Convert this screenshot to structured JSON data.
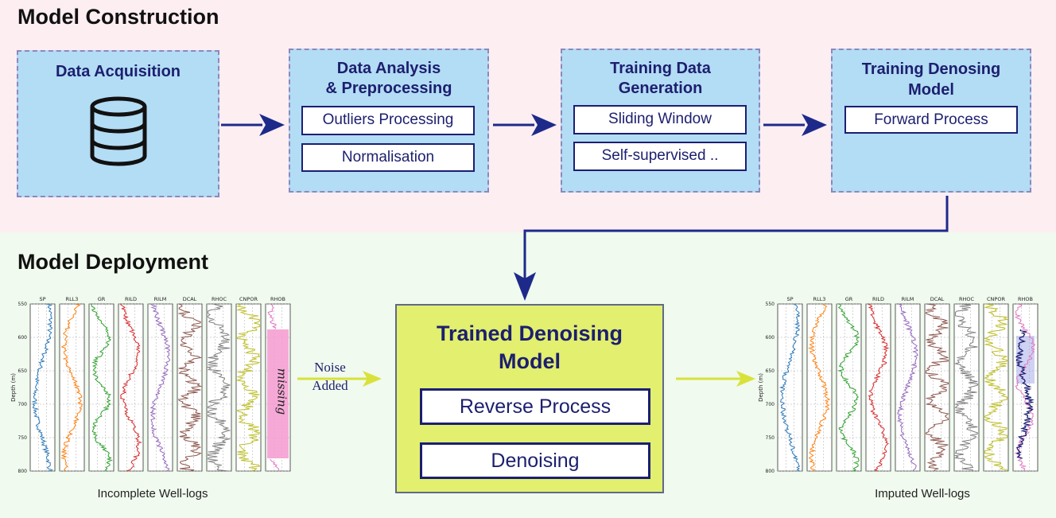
{
  "sections": {
    "construction_title": "Model Construction",
    "deployment_title": "Model Deployment"
  },
  "stages": {
    "acquisition": {
      "title": "Data Acquisition",
      "icon": "database-icon"
    },
    "analysis": {
      "title_line1": "Data Analysis",
      "title_line2": "& Preprocessing",
      "step1": "Outliers Processing",
      "step2": "Normalisation"
    },
    "generation": {
      "title_line1": "Training Data",
      "title_line2": "Generation",
      "step1": "Sliding Window",
      "step2": "Self-supervised .."
    },
    "training": {
      "title_line1": "Training Denosing",
      "title_line2": "Model",
      "step1": "Forward Process"
    }
  },
  "trained_model": {
    "title_line1": "Trained Denoising",
    "title_line2": "Model",
    "step1": "Reverse Process",
    "step2": "Denoising"
  },
  "noise_label": {
    "line1": "Noise",
    "line2": "Added"
  },
  "well_logs": {
    "tracks": [
      "SP",
      "RLL3",
      "GR",
      "RILD",
      "RILM",
      "DCAL",
      "RHOC",
      "CNPOR",
      "RHOB"
    ],
    "colors": [
      "#2a78b8",
      "#ff7f0e",
      "#2ca02c",
      "#d62728",
      "#9467bd",
      "#8c564b",
      "#7f7f7f",
      "#bcbd22",
      "#e377c2"
    ],
    "depth_label": "Depth (m)",
    "depth_ticks": [
      "550",
      "600",
      "650",
      "700",
      "750",
      "800"
    ],
    "missing_label": "missing",
    "incomplete_caption": "Incomplete Well-logs",
    "imputed_caption": "Imputed Well-logs"
  },
  "colors": {
    "stage_fill": "#b3dcf5",
    "stage_border": "#8e88bb",
    "arrow_navy": "#1e2a8a",
    "arrow_yellow": "#d8e23a",
    "trained_fill": "#e2ef6f"
  }
}
